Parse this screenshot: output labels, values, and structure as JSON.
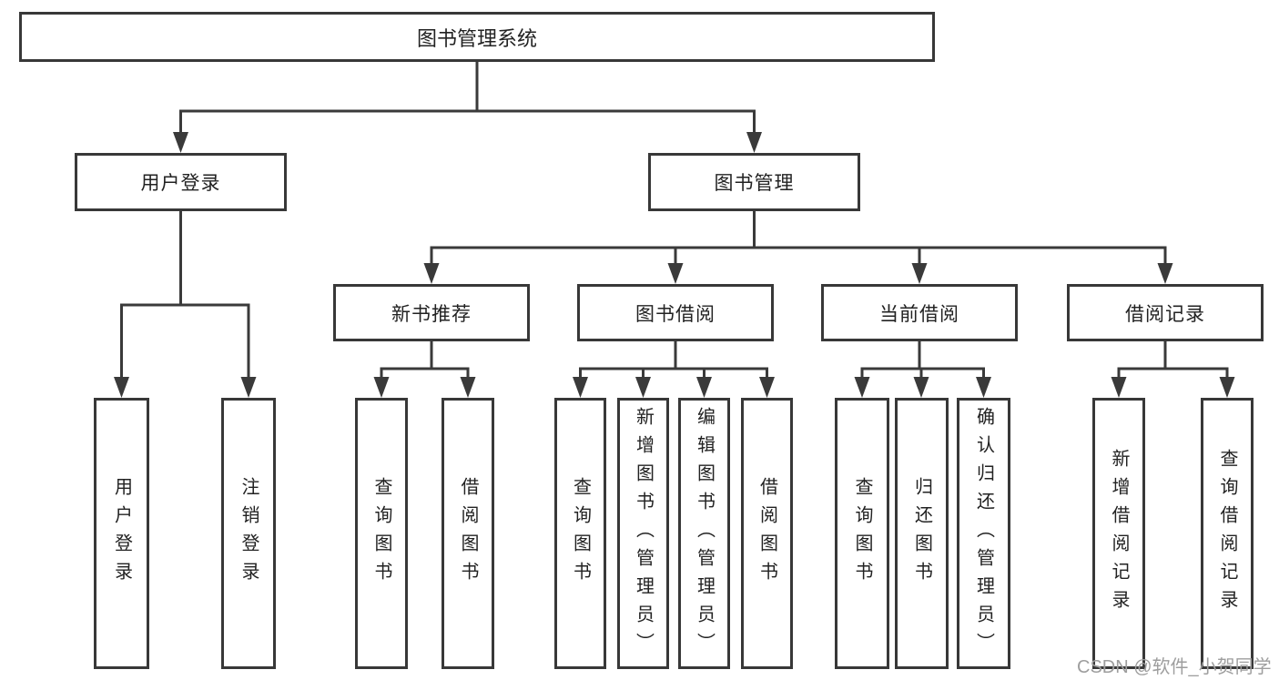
{
  "colors": {
    "background": "#ffffff",
    "line": "#3a3a3a",
    "box_border": "#383838",
    "box_fill": "#ffffff",
    "text": "#222222",
    "watermark": "#9e9e9e"
  },
  "diagram": {
    "root": "图书管理系统",
    "branches": [
      {
        "label": "用户登录",
        "children": [
          "用户登录",
          "注销登录"
        ]
      },
      {
        "label": "图书管理",
        "groups": [
          {
            "label": "新书推荐",
            "children": [
              "查询图书",
              "借阅图书"
            ]
          },
          {
            "label": "图书借阅",
            "children": [
              "查询图书",
              "新增图书（管理员）",
              "编辑图书（管理员）",
              "借阅图书"
            ]
          },
          {
            "label": "当前借阅",
            "children": [
              "查询图书",
              "归还图书",
              "确认归还（管理员）"
            ]
          },
          {
            "label": "借阅记录",
            "children": [
              "新增借阅记录",
              "查询借阅记录"
            ]
          }
        ]
      }
    ]
  },
  "watermark": {
    "text": "CSDN @软件_小贺同学"
  }
}
